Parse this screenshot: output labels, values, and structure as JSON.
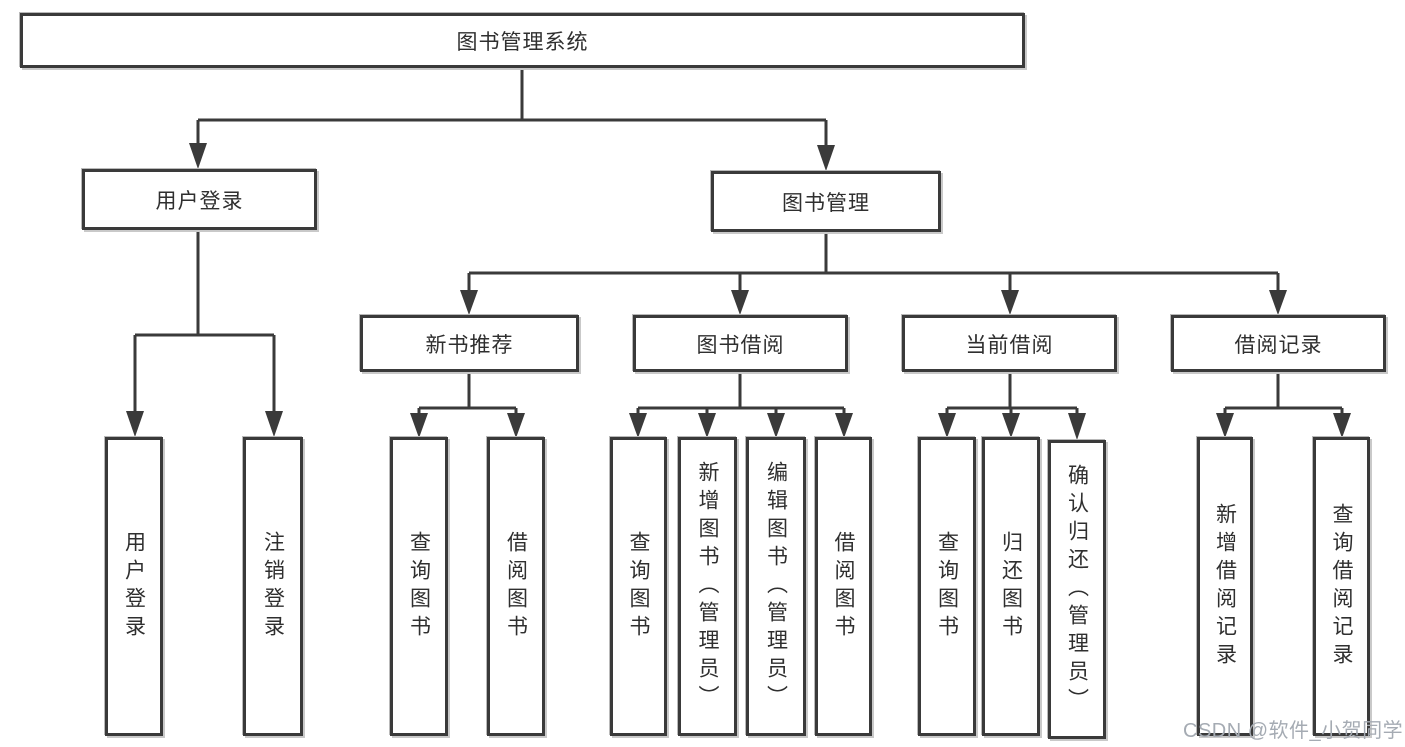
{
  "diagram": {
    "root": {
      "label": "图书管理系统"
    },
    "branches": [
      {
        "label": "用户登录",
        "children": [
          "用户登录",
          "注销登录"
        ]
      },
      {
        "label": "图书管理",
        "children": [
          {
            "label": "新书推荐",
            "children": [
              "查询图书",
              "借阅图书"
            ]
          },
          {
            "label": "图书借阅",
            "children": [
              "查询图书",
              "新增图书（管理员）",
              "编辑图书（管理员）",
              "借阅图书"
            ]
          },
          {
            "label": "当前借阅",
            "children": [
              "查询图书",
              "归还图书",
              "确认归还（管理员）"
            ]
          },
          {
            "label": "借阅记录",
            "children": [
              "新增借阅记录",
              "查询借阅记录"
            ]
          }
        ]
      }
    ]
  },
  "watermark": {
    "text": "CSDN @软件_小贺同学"
  },
  "colors": {
    "line": "#3a3a3a",
    "text": "#2f2f2f",
    "watermark": "#a5abb3",
    "background": "#ffffff"
  }
}
